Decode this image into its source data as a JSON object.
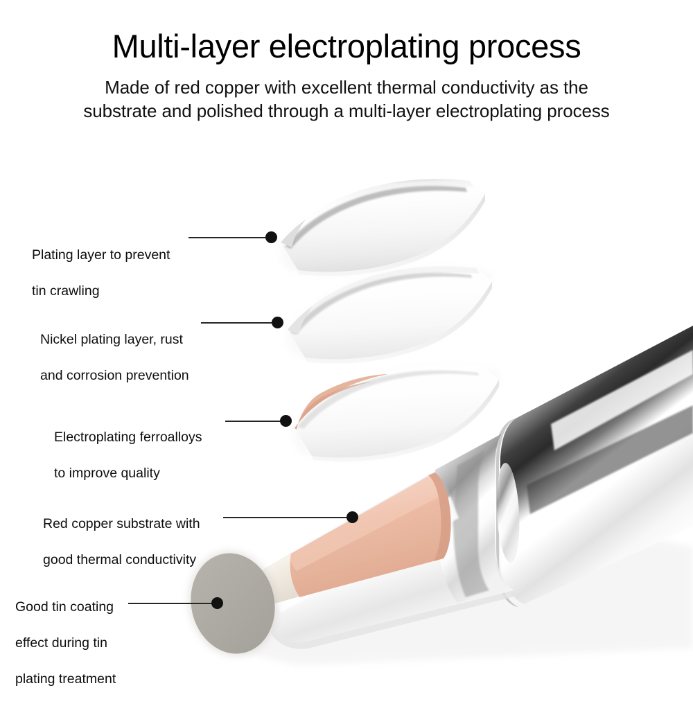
{
  "header": {
    "title": "Multi-layer electroplating process",
    "subtitle_line1": "Made of red copper with excellent thermal conductivity as the",
    "subtitle_line2": "substrate and polished through a multi-layer electroplating process"
  },
  "callouts": [
    {
      "id": "plating-layer",
      "line1": "Plating layer to prevent",
      "line2": "tin crawling",
      "line3": ""
    },
    {
      "id": "nickel-layer",
      "line1": "Nickel plating layer, rust",
      "line2": "and corrosion prevention",
      "line3": ""
    },
    {
      "id": "ferroalloy-layer",
      "line1": "Electroplating ferroalloys",
      "line2": "to improve quality",
      "line3": ""
    },
    {
      "id": "copper-substrate",
      "line1": "Red copper substrate with",
      "line2": "good thermal conductivity",
      "line3": ""
    },
    {
      "id": "tin-coating",
      "line1": "Good tin coating",
      "line2": "effect during tin",
      "line3": "plating treatment"
    }
  ],
  "colors": {
    "background": "#ffffff",
    "text": "#0d0d0d",
    "leader_line": "#262626",
    "leader_dot": "#111111",
    "copper": "#e8b5a0",
    "copper_light": "#f3cdba",
    "copper_dark": "#d79d86",
    "chrome_light": "#ffffff",
    "chrome_mid": "#d8d8d8",
    "chrome_dark": "#4a4a4a",
    "tin_tip": "#adaaa3",
    "shell_white": "#fbfbfb",
    "shell_shadow": "#c9c9c9"
  },
  "illustration": {
    "name": "exploded-soldering-iron-tip",
    "shells": [
      {
        "name": "plating-shell",
        "layer": 1,
        "fill": "#fdfdfd"
      },
      {
        "name": "nickel-shell",
        "layer": 2,
        "fill": "#fcfcfc"
      },
      {
        "name": "ferroalloy-shell",
        "layer": 3,
        "fill": "#fbfbfb",
        "edge": "#e5b49d"
      }
    ],
    "body": {
      "name": "soldering-tip-body",
      "copper_band": "#e8b5a0",
      "tip_face": "#adaaa3",
      "shaft": "chrome"
    }
  }
}
